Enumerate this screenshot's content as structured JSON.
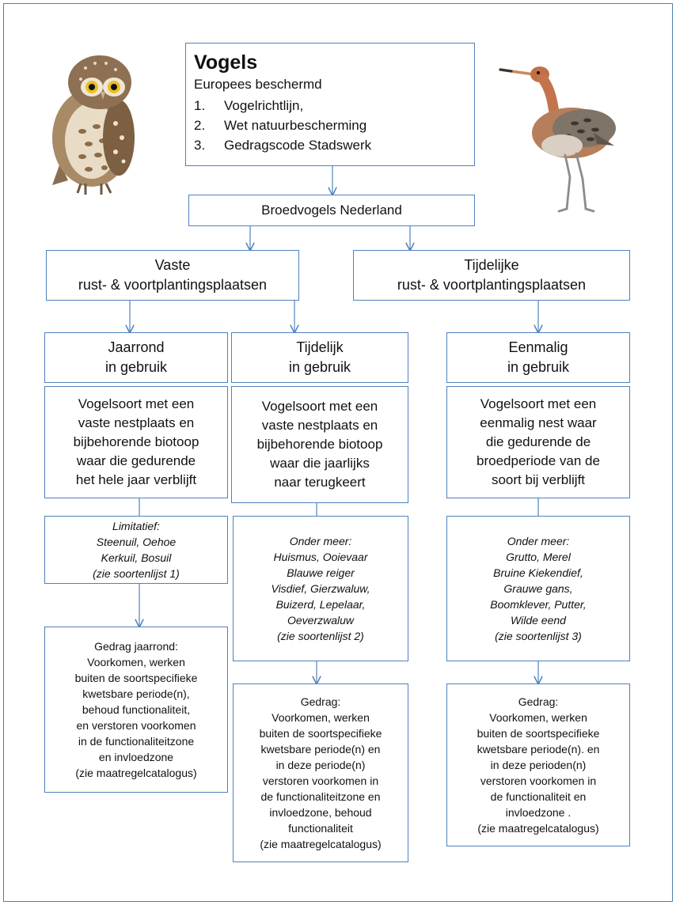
{
  "header": {
    "title": "Vogels",
    "subtitle": "Europees beschermd",
    "items": [
      {
        "num": "1.",
        "text": "Vogelrichtlijn,"
      },
      {
        "num": "2.",
        "text": "Wet natuurbescherming"
      },
      {
        "num": "3.",
        "text": "Gedragscode Stadswerk"
      }
    ]
  },
  "broedvogels": "Broedvogels Nederland",
  "vaste": {
    "line1": "Vaste",
    "line2": "rust- & voortplantingsplaatsen"
  },
  "tijdelijke": {
    "line1": "Tijdelijke",
    "line2": "rust- & voortplantingsplaatsen"
  },
  "columns": [
    {
      "usage": [
        "Jaarrond",
        "in gebruik"
      ],
      "description": [
        "Vogelsoort met een",
        "vaste nestplaats  en",
        "bijbehorende biotoop",
        "waar die gedurende",
        "het hele jaar verblijft"
      ],
      "species": [
        "Limitatief:",
        "Steenuil, Oehoe",
        "Kerkuil, Bosuil",
        "(zie soortenlijst 1)"
      ],
      "behaviour": [
        "Gedrag jaarrond:",
        "Voorkomen, werken",
        "buiten de soortspecifieke",
        "kwetsbare periode(n),",
        "behoud functionaliteit,",
        "en verstoren voorkomen",
        "in de functionaliteitzone",
        "en invloedzone",
        "(zie maatregelcatalogus)"
      ]
    },
    {
      "usage": [
        "Tijdelijk",
        "in gebruik"
      ],
      "description": [
        "Vogelsoort met een",
        "vaste nestplaats en",
        "bijbehorende biotoop",
        "waar die jaarlijks",
        "naar terugkeert"
      ],
      "species": [
        "Onder meer:",
        "Huismus, Ooievaar",
        "Blauwe reiger",
        "Visdief, Gierzwaluw,",
        "Buizerd, Lepelaar,",
        "Oeverzwaluw",
        "(zie soortenlijst  2)"
      ],
      "behaviour": [
        "Gedrag:",
        "Voorkomen, werken",
        "buiten de soortspecifieke",
        "kwetsbare periode(n) en",
        "in deze periode(n)",
        "verstoren voorkomen in",
        "de functionaliteitzone en",
        "invloedzone, behoud",
        "functionaliteit",
        "(zie maatregelcatalogus)"
      ]
    },
    {
      "usage": [
        "Eenmalig",
        "in gebruik"
      ],
      "description": [
        "Vogelsoort met een",
        "eenmalig nest waar",
        "die  gedurende de",
        "broedperiode van de",
        "soort bij verblijft"
      ],
      "species": [
        "Onder meer:",
        "Grutto, Merel",
        "Bruine Kiekendief,",
        "Grauwe  gans,",
        "Boomklever, Putter,",
        "Wilde eend",
        "(zie soortenlijst 3)"
      ],
      "behaviour": [
        "Gedrag:",
        "Voorkomen, werken",
        "buiten de soortspecifieke",
        "kwetsbare periode(n). en",
        "in deze perioden(n)",
        "verstoren voorkomen in",
        "de functionaliteit en",
        "invloedzone .",
        "(zie maatregelcatalogus)"
      ]
    }
  ],
  "colors": {
    "border": "#4f81bd",
    "frame": "#4f7fa8"
  },
  "illustrations": [
    "owl-illustration",
    "godwit-illustration"
  ]
}
